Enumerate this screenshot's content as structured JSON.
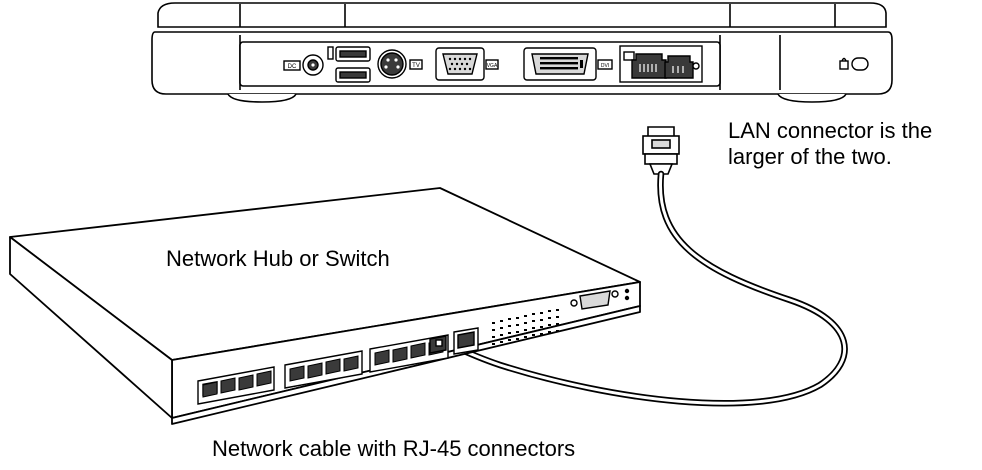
{
  "labels": {
    "lan_note_line1": "LAN connector is the",
    "lan_note_line2": "larger of the two.",
    "hub": "Network Hub or Switch",
    "cable": "Network cable with RJ-45 connectors"
  },
  "laptop": {
    "port_labels": {
      "dc_in": "DC",
      "tv_out": "TV",
      "vga": "VGA",
      "dvi": "DVI"
    }
  },
  "colors": {
    "line": "#000000",
    "fill": "#ffffff",
    "shade": "#d9d9d9",
    "dark": "#3a3a3a"
  }
}
